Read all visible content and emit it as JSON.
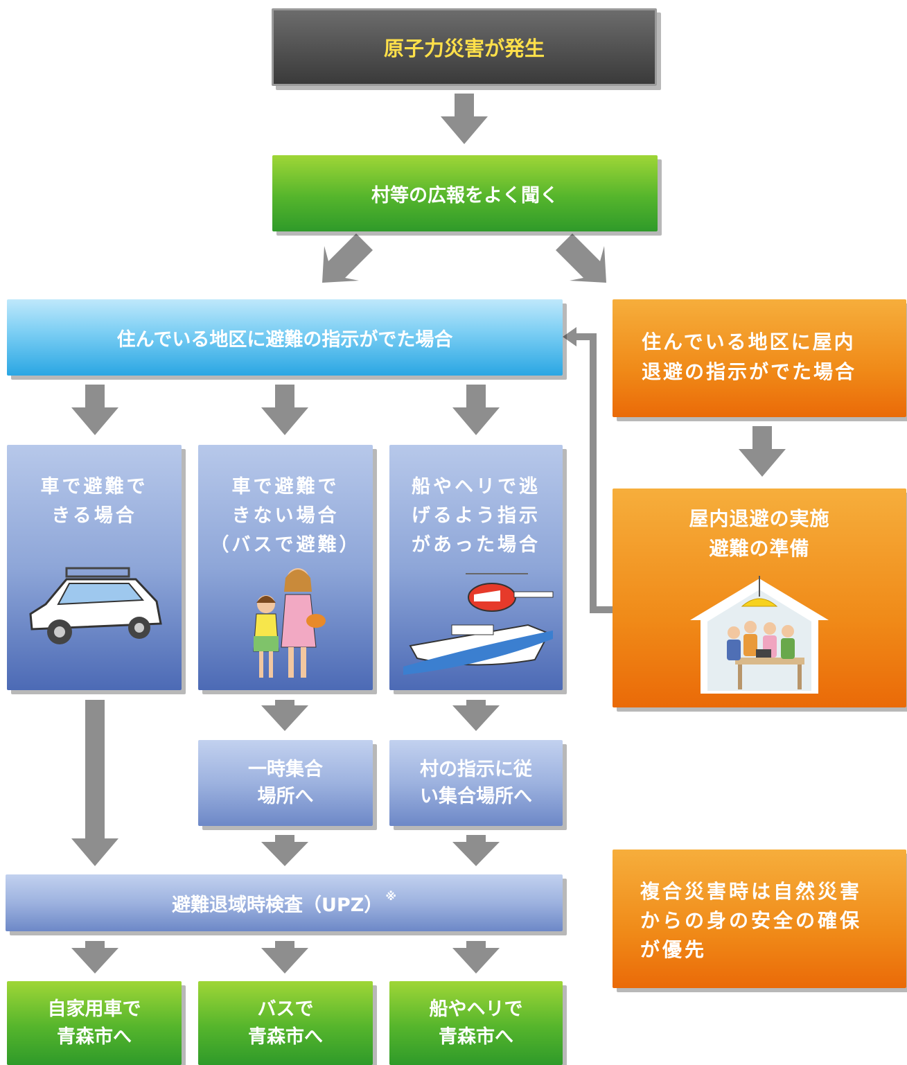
{
  "top": {
    "label": "原子力災害が発生"
  },
  "listen": {
    "label": "村等の広報をよく聞く"
  },
  "evac_order": {
    "label": "住んでいる地区に避難の指示がでた場合"
  },
  "shelter_order": {
    "label": "住んでいる地区に屋内\n退避の指示がでた場合"
  },
  "shelter_action": {
    "label": "屋内退避の実施\n避難の準備"
  },
  "options": {
    "car": {
      "label": "車で避難で\nきる場合"
    },
    "bus": {
      "label": "車で避難で\nきない場合\n（バスで避難）"
    },
    "ship": {
      "label": "船やヘリで逃\nげるよう指示\nがあった場合"
    }
  },
  "gather": {
    "temp": {
      "label": "一時集合\n場所へ"
    },
    "village": {
      "label": "村の指示に従\nい集合場所へ"
    }
  },
  "inspection": {
    "label": "避難退域時検査（UPZ）",
    "note": "※"
  },
  "dest": {
    "car": {
      "label": "自家用車で\n青森市へ"
    },
    "bus": {
      "label": "バスで\n青森市へ"
    },
    "ship": {
      "label": "船やヘリで\n青森市へ"
    }
  },
  "priority_note": {
    "label": "複合災害時は自然災害\nからの身の安全の確保\nが優先"
  },
  "colors": {
    "arrow": "#8e8e8e",
    "orange": "#f08a18",
    "green": "#55b52c",
    "blue": "#6d88c7",
    "sky": "#2aa6e3"
  }
}
